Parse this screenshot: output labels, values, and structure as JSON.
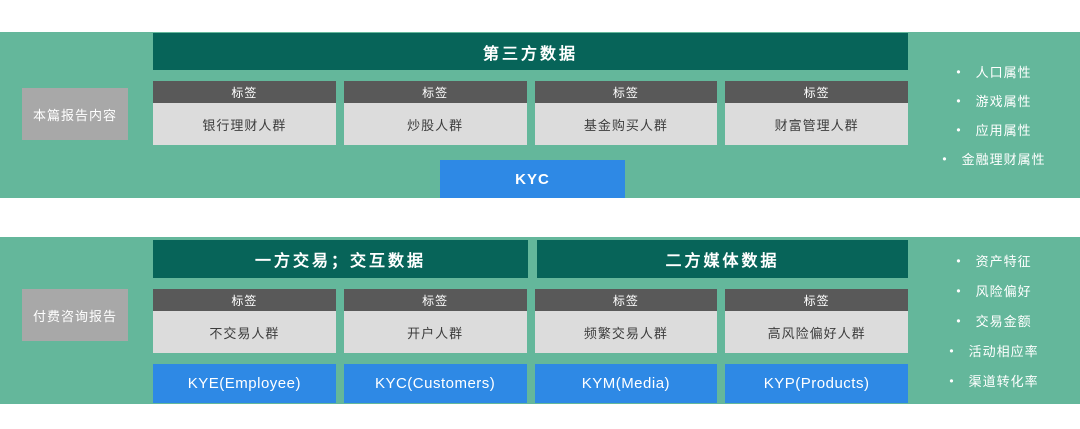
{
  "colors": {
    "panel_bg": "#64b79b",
    "header_bg": "#076459",
    "tag_bg": "#595959",
    "cell_bg": "#dcdcdc",
    "side_label_bg": "#a8a8a8",
    "button_bg": "#2e89e5",
    "page_bg": "#ffffff"
  },
  "top_panel": {
    "side_label": "本篇报告内容",
    "header": "第三方数据",
    "columns": [
      {
        "tag": "标签",
        "value": "银行理财人群"
      },
      {
        "tag": "标签",
        "value": "炒股人群"
      },
      {
        "tag": "标签",
        "value": "基金购买人群"
      },
      {
        "tag": "标签",
        "value": "财富管理人群"
      }
    ],
    "button": "KYC",
    "bullets": [
      "人口属性",
      "游戏属性",
      "应用属性",
      "金融理财属性"
    ]
  },
  "bottom_panel": {
    "side_label": "付费咨询报告",
    "headers": [
      "一方交易；交互数据",
      "二方媒体数据"
    ],
    "columns": [
      {
        "tag": "标签",
        "value": "不交易人群"
      },
      {
        "tag": "标签",
        "value": "开户人群"
      },
      {
        "tag": "标签",
        "value": "频繁交易人群"
      },
      {
        "tag": "标签",
        "value": "高风险偏好人群"
      }
    ],
    "buttons": [
      "KYE(Employee)",
      "KYC(Customers)",
      "KYM(Media)",
      "KYP(Products)"
    ],
    "bullets": [
      "资产特征",
      "风险偏好",
      "交易金额",
      "活动相应率",
      "渠道转化率"
    ]
  }
}
